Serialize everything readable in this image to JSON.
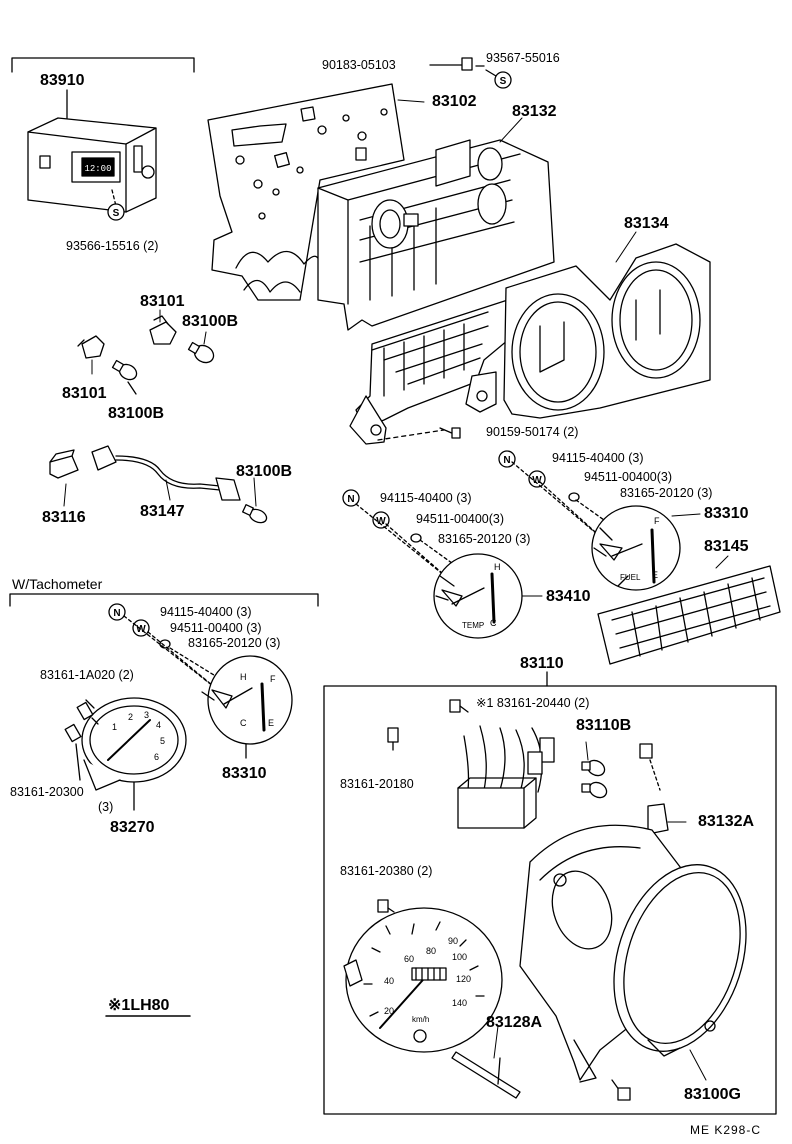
{
  "parts": {
    "p83910": "83910",
    "p93566": "93566-15516 (2)",
    "p90183": "90183-05103",
    "p93567": "93567-55016",
    "p83102": "83102",
    "p83132": "83132",
    "p83134": "83134",
    "p83101a": "83101",
    "p83100b_a": "83100B",
    "p83101b": "83101",
    "p83100b_b": "83100B",
    "p90159": "90159-50174 (2)",
    "p83116": "83116",
    "p83147": "83147",
    "p83100b_c": "83100B",
    "r_94115": "94115-40400 (3)",
    "r_94511": "94511-00400(3)",
    "r_83165": "83165-20120 (3)",
    "p83310_r": "83310",
    "p83145": "83145",
    "m_94115": "94115-40400 (3)",
    "m_94511": "94511-00400(3)",
    "m_83165": "83165-20120 (3)",
    "p83410": "83410",
    "l_94115": "94115-40400 (3)",
    "l_94511": "94511-00400 (3)",
    "l_83165": "83165-20120 (3)",
    "p83161_1a020": "83161-1A020 (2)",
    "p83161_20300": "83161-20300",
    "p83161_20300_qty": "(3)",
    "p83270": "83270",
    "p83310_l": "83310",
    "p83110": "83110",
    "p83161_20440": "83161-20440 (2)",
    "p83110b": "83110B",
    "p83161_20180": "83161-20180",
    "p83132a": "83132A",
    "p83161_20380": "83161-20380 (2)",
    "p83128a": "83128A",
    "p83100g": "83100G"
  },
  "headings": {
    "tachometer": "W/Tachometer",
    "lh80": "LH80",
    "asterisk_mark": "※1",
    "asterisk_ref": "※1"
  },
  "symbols": {
    "s": "S",
    "n": "N",
    "w": "W"
  },
  "gauge_text": {
    "fuel_e": "E",
    "fuel_f": "F",
    "fuel_word": "FUEL",
    "temp_h": "H",
    "temp_c": "C",
    "temp_word": "TEMP",
    "kmh": "km/h",
    "speed_20": "20",
    "speed_40": "40",
    "speed_60": "60",
    "speed_80": "80",
    "speed_90": "90",
    "speed_100": "100",
    "speed_120": "120",
    "speed_140": "140",
    "tach_1": "1",
    "tach_2": "2",
    "tach_3": "3",
    "tach_4": "4",
    "tach_5": "5",
    "tach_6": "6",
    "clock_digits": "12:00"
  },
  "footer": {
    "code": "ME  K298-C"
  }
}
